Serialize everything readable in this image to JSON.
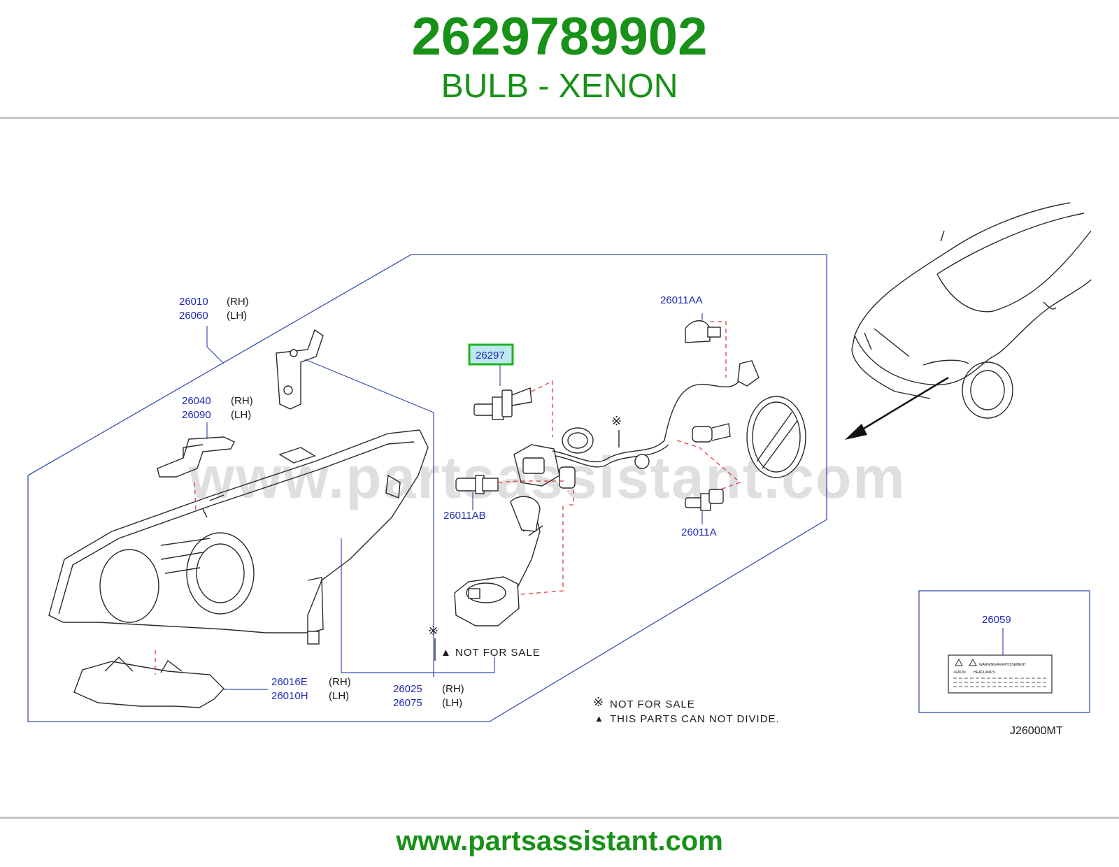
{
  "header": {
    "part_number": "2629789902",
    "part_name": "BULB - XENON"
  },
  "diagram": {
    "watermark": "www.partsassistant.com",
    "highlighted_callout": "26297",
    "callouts": [
      {
        "code": "26010",
        "side": "(RH)"
      },
      {
        "code": "26060",
        "side": "(LH)"
      },
      {
        "code": "26040",
        "side": "(RH)"
      },
      {
        "code": "26090",
        "side": "(LH)"
      },
      {
        "code": "26016E",
        "side": "(RH)"
      },
      {
        "code": "26010H",
        "side": "(LH)"
      },
      {
        "code": "26025",
        "side": "(RH)"
      },
      {
        "code": "26075",
        "side": "(LH)"
      },
      {
        "code": "26011AA"
      },
      {
        "code": "26011AB"
      },
      {
        "code": "26011A"
      },
      {
        "code": "26059"
      }
    ],
    "inline_note": "▲ NOT FOR SALE",
    "legend": [
      {
        "symbol": "※",
        "text": "NOT FOR SALE"
      },
      {
        "symbol": "▲",
        "text": "THIS PARTS CAN NOT DIVIDE."
      }
    ],
    "label_text": {
      "title": "WARNING/AVERTISSEMENT",
      "sub1": "XENON",
      "sub2": "HEADLAMPS"
    },
    "diagram_code": "J26000MT",
    "colors": {
      "brand_green": "#179117",
      "callout_blue": "#1e2ab8",
      "highlight_green": "#1fb41f",
      "highlight_fill": "#bfe7f2"
    }
  },
  "footer": {
    "url": "www.partsassistant.com"
  }
}
